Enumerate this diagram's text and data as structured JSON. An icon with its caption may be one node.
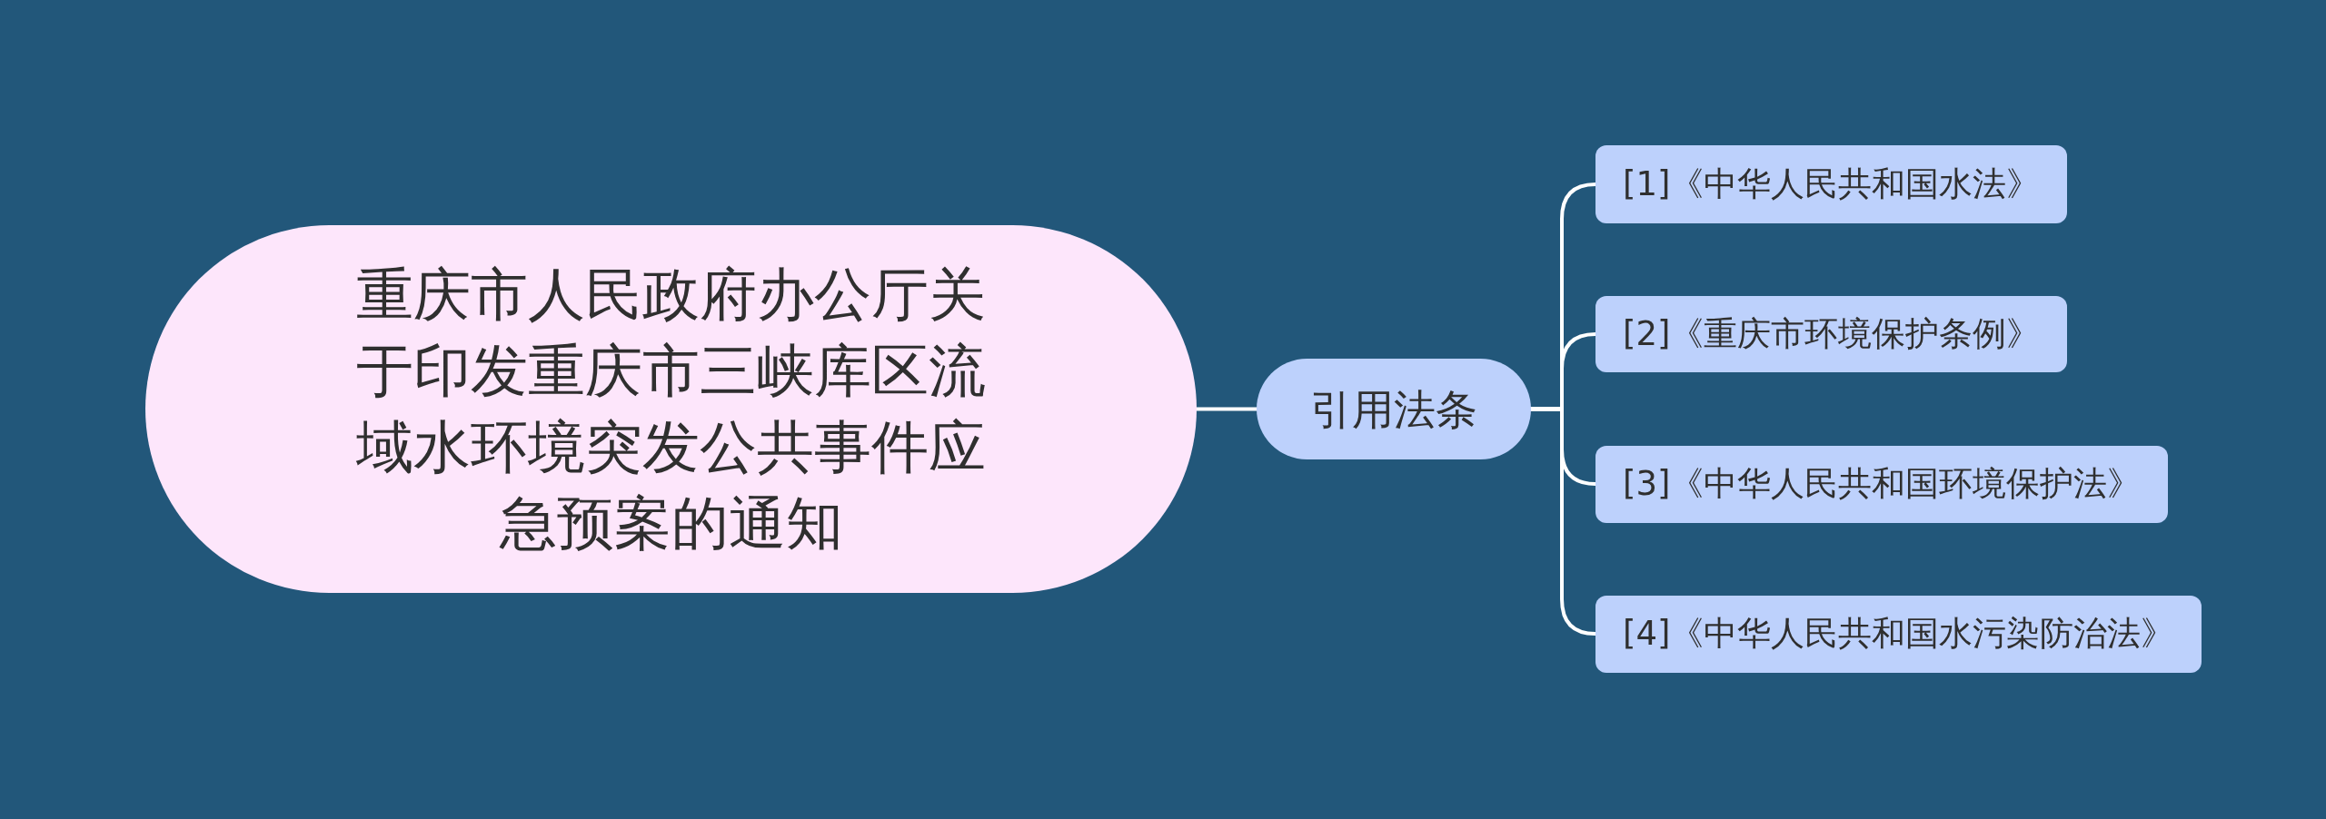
{
  "diagram": {
    "nodes": [
      {
        "text": [
          "重庆市人民政府办公厅关于印发重庆市三峡库区流域水环境突发公共事件应急预案的通知"
        ]
      },
      {
        "text": [
          "引用法条"
        ]
      },
      {
        "text": [
          "[1]《中华人民共和国水法》"
        ]
      },
      {
        "text": [
          "[2]《重庆市环境保护条例》"
        ]
      },
      {
        "text": [
          "[3]《中华人民共和国环境保护法》"
        ]
      },
      {
        "text": [
          "[4]《中华人民共和国水污染防治法》"
        ]
      }
    ],
    "edges": [
      {
        "from": 0,
        "to": 1,
        "arrow": "none"
      },
      {
        "from": 1,
        "to": 2,
        "arrow": "none"
      },
      {
        "from": 1,
        "to": 3,
        "arrow": "none"
      },
      {
        "from": 1,
        "to": 4,
        "arrow": "none"
      },
      {
        "from": 1,
        "to": 5,
        "arrow": "none"
      }
    ]
  }
}
